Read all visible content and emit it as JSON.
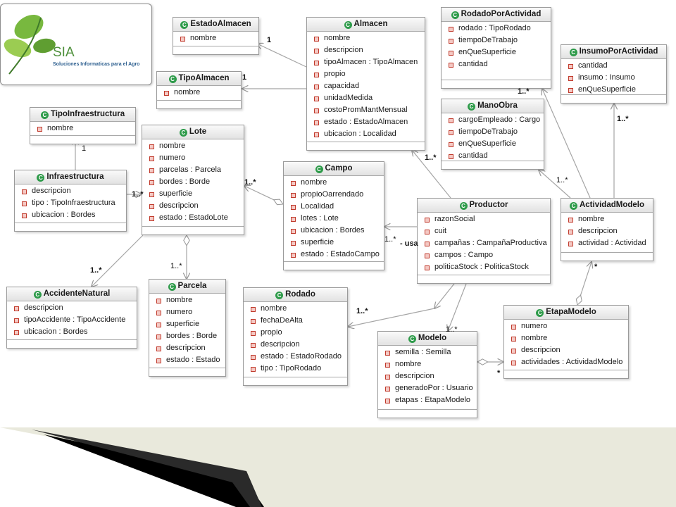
{
  "logo": {
    "title": "SIA",
    "subtitle": "Soluciones Informaticas para el Agro"
  },
  "classes": {
    "estadoalmacen": {
      "name": "EstadoAlmacen",
      "attributes": [
        "nombre"
      ]
    },
    "tipoalmacen": {
      "name": "TipoAlmacen",
      "attributes": [
        "nombre"
      ]
    },
    "almacen": {
      "name": "Almacen",
      "attributes": [
        "nombre",
        "descripcion",
        "tipoAlmacen : TipoAlmacen",
        "propio",
        "capacidad",
        "unidadMedida",
        "costoPromMantMensual",
        "estado : EstadoAlmacen",
        "ubicacion : Localidad"
      ]
    },
    "rodadoporactividad": {
      "name": "RodadoPorActividad",
      "attributes": [
        "rodado : TipoRodado",
        "tiempoDeTrabajo",
        "enQueSuperficie",
        "cantidad"
      ]
    },
    "insumoporactividad": {
      "name": "InsumoPorActividad",
      "attributes": [
        "cantidad",
        "insumo : Insumo",
        "enQueSuperficie"
      ]
    },
    "manoobra": {
      "name": "ManoObra",
      "attributes": [
        "cargoEmpleado : Cargo",
        "tiempoDeTrabajo",
        "enQueSuperficie",
        "cantidad"
      ]
    },
    "tipoinfraestructura": {
      "name": "TipoInfraestructura",
      "attributes": [
        "nombre"
      ]
    },
    "lote": {
      "name": "Lote",
      "attributes": [
        "nombre",
        "numero",
        "parcelas : Parcela",
        "bordes : Borde",
        "superficie",
        "descripcion",
        "estado : EstadoLote"
      ]
    },
    "infraestructura": {
      "name": "Infraestructura",
      "attributes": [
        "descripcion",
        "tipo : TipoInfraestructura",
        "ubicacion : Bordes"
      ]
    },
    "campo": {
      "name": "Campo",
      "attributes": [
        "nombre",
        "propioOarrendado",
        "Localidad",
        "lotes : Lote",
        "ubicacion : Bordes",
        "superficie",
        "estado : EstadoCampo"
      ]
    },
    "productor": {
      "name": "Productor",
      "attributes": [
        "razonSocial",
        "cuit",
        "campañas : CampañaProductiva",
        "campos : Campo",
        "politicaStock : PoliticaStock"
      ]
    },
    "actividadmodelo": {
      "name": "ActividadModelo",
      "attributes": [
        "nombre",
        "descripcion",
        "actividad : Actividad"
      ]
    },
    "accidentenatural": {
      "name": "AccidenteNatural",
      "attributes": [
        "descripcion",
        "tipoAccidente : TipoAccidente",
        "ubicacion : Bordes"
      ]
    },
    "parcela": {
      "name": "Parcela",
      "attributes": [
        "nombre",
        "numero",
        "superficie",
        "bordes : Borde",
        "descripcion",
        "estado : Estado"
      ]
    },
    "rodado": {
      "name": "Rodado",
      "attributes": [
        "nombre",
        "fechaDeAlta",
        "propio",
        "descripcion",
        "estado : EstadoRodado",
        "tipo : TipoRodado"
      ]
    },
    "modelo": {
      "name": "Modelo",
      "attributes": [
        "semilla : Semilla",
        "nombre",
        "descripcion",
        "generadoPor : Usuario",
        "etapas : EtapaModelo"
      ]
    },
    "etapamodelo": {
      "name": "EtapaModelo",
      "attributes": [
        "numero",
        "nombre",
        "descripcion",
        "actividades : ActividadModelo"
      ]
    }
  },
  "multiplicities": {
    "m_estadoalmacen": "1",
    "m_tipoalmacen": "1",
    "m_tipoinfra": "1",
    "m_infra_lote": "1..*",
    "m_lote_campo": "1..*",
    "m_almacen_productor": "1..*",
    "m_rodadoporactividad": "1..*",
    "m_insumoporactividad": "1..*",
    "m_manoobra": "1..*",
    "m_campo_productor": "1..*",
    "m_campo_role": "- usa",
    "m_accidente": "1..*",
    "m_parcela": "1..*",
    "m_rodado": "1..*",
    "m_modelo": "1..*",
    "m_actividad_etapa": "*",
    "m_etapa_modelo": "*"
  }
}
